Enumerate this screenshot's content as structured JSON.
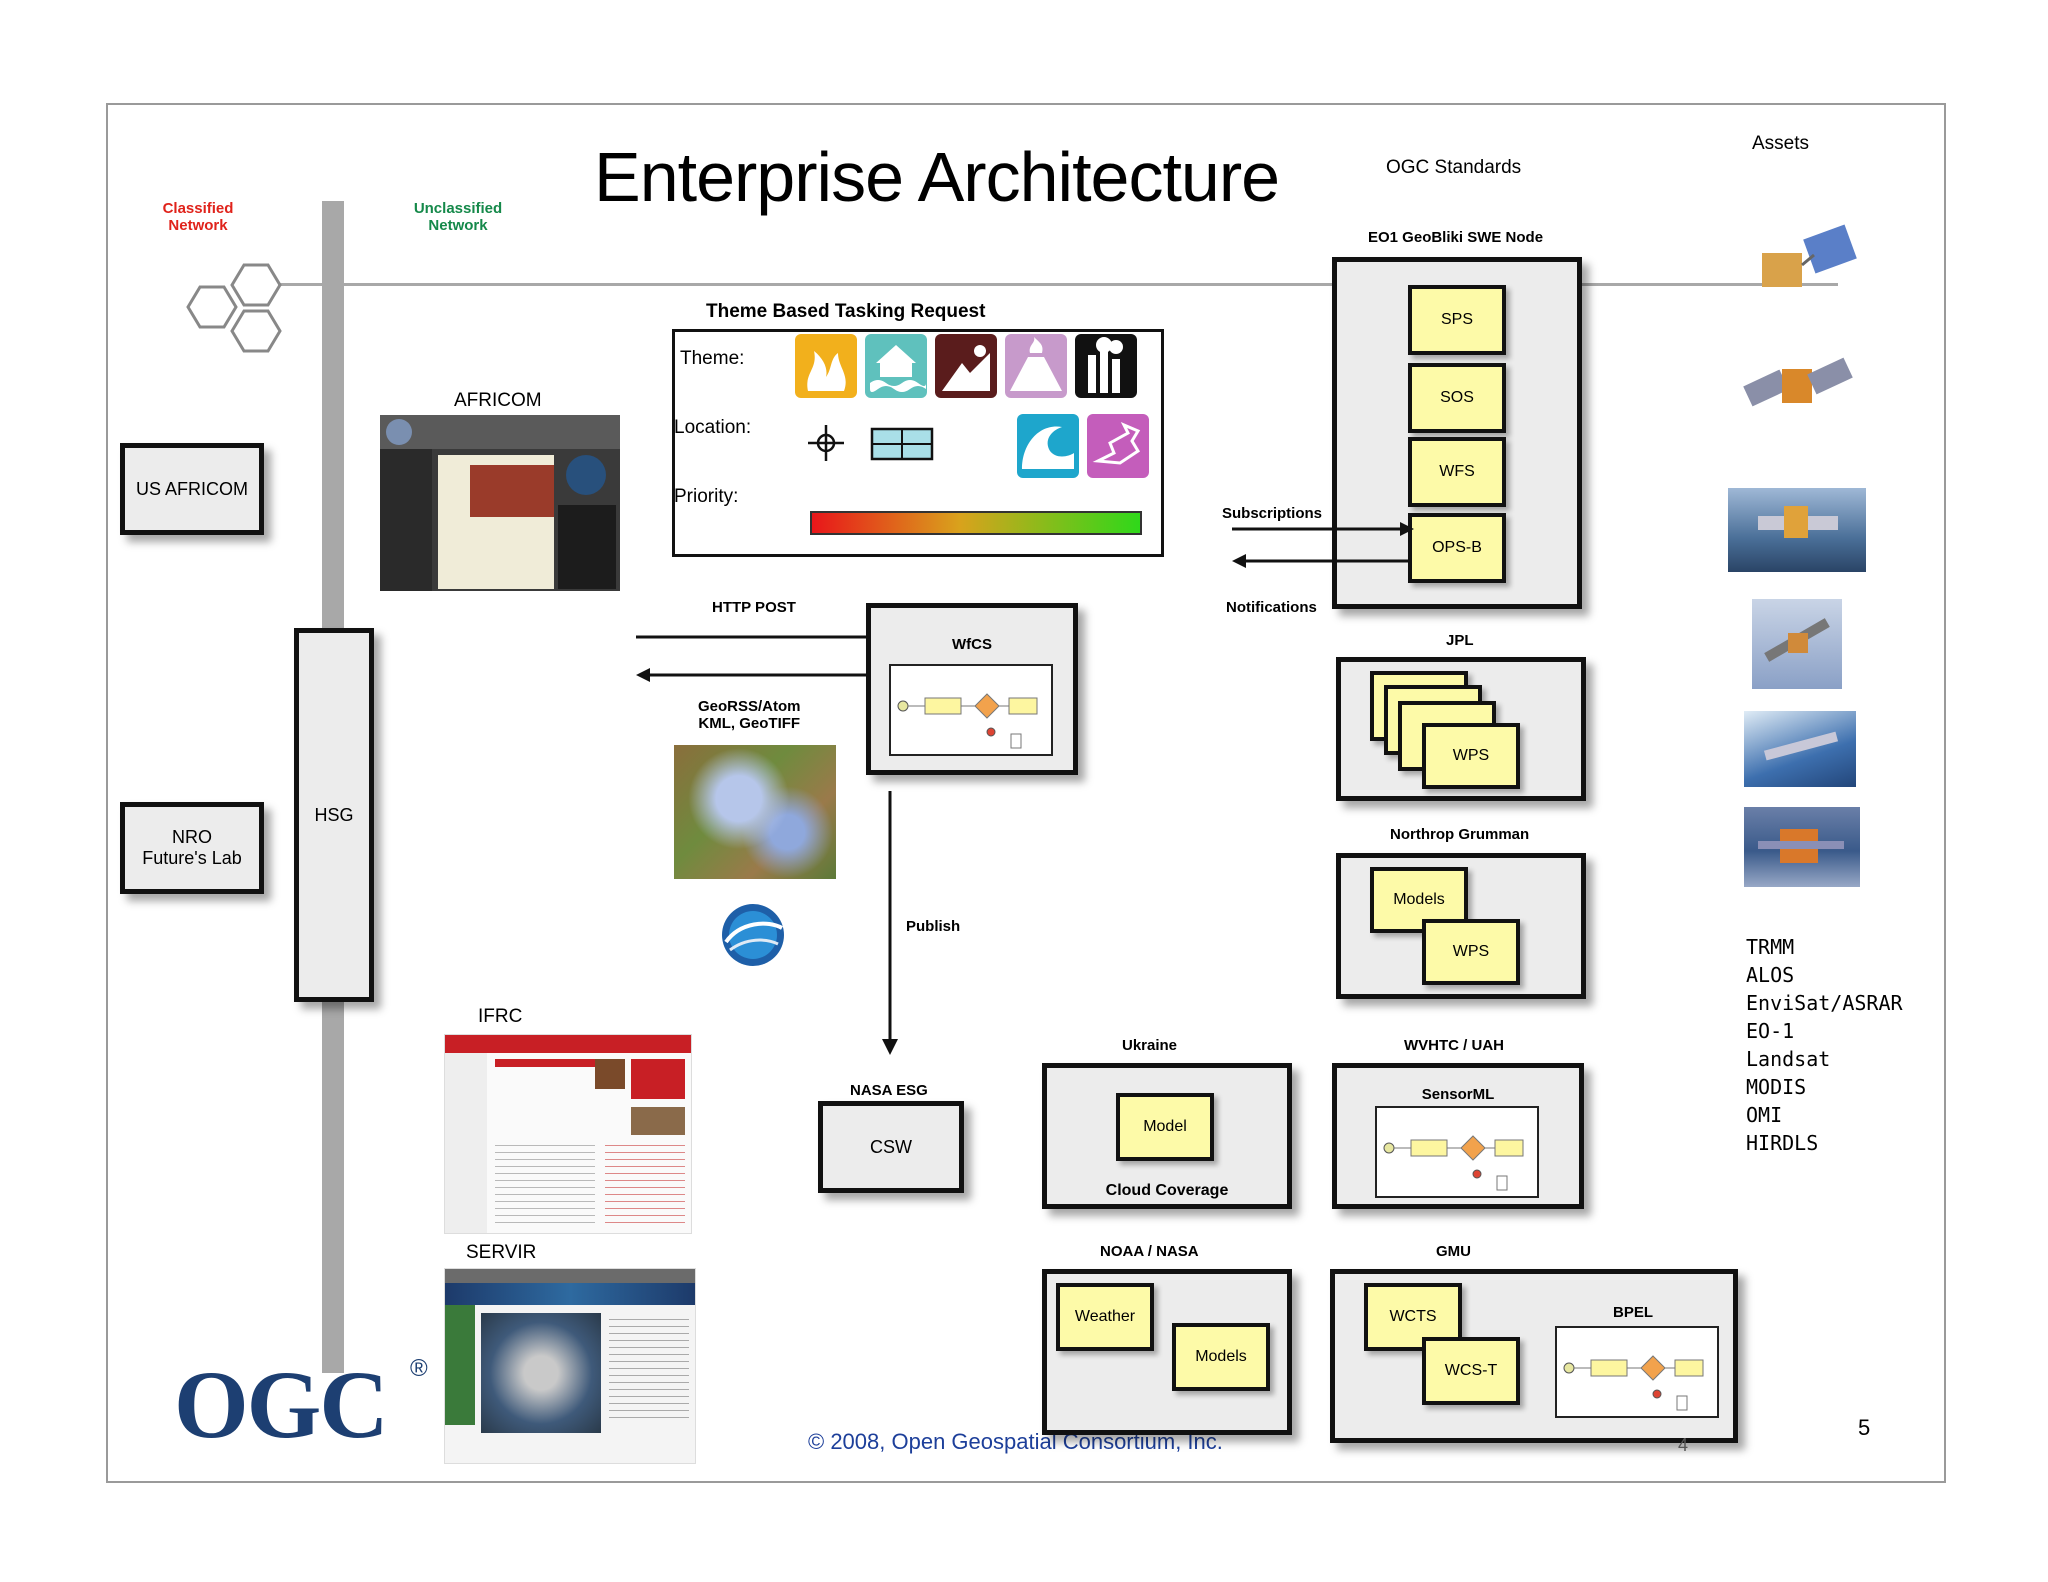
{
  "title": "Enterprise Architecture",
  "header": {
    "ogc_standards": "OGC Standards",
    "assets": "Assets",
    "classified": "Classified\nNetwork",
    "unclassified": "Unclassified\nNetwork"
  },
  "left": {
    "us_africom": "US AFRICOM",
    "nro": "NRO\nFuture's Lab",
    "hsg": "HSG",
    "africom_label": "AFRICOM",
    "ifrc_label": "IFRC",
    "servir_label": "SERVIR"
  },
  "tasking": {
    "heading": "Theme Based Tasking Request",
    "theme": "Theme:",
    "location": "Location:",
    "priority": "Priority:"
  },
  "flows": {
    "http_post": "HTTP POST",
    "georss": "GeoRSS/Atom\nKML, GeoTIFF",
    "publish": "Publish",
    "subscriptions": "Subscriptions",
    "notifications": "Notifications"
  },
  "wfcs": {
    "title": "WfCS"
  },
  "nasa_esg": {
    "title": "NASA ESG",
    "content": "CSW"
  },
  "eo1": {
    "title": "EO1 GeoBliki SWE Node",
    "items": [
      "SPS",
      "SOS",
      "WFS",
      "OPS-B"
    ]
  },
  "jpl": {
    "title": "JPL",
    "item": "WPS"
  },
  "northrop": {
    "title": "Northrop Grumman",
    "models": "Models",
    "wps": "WPS"
  },
  "ukraine": {
    "title": "Ukraine",
    "model": "Model",
    "caption": "Cloud Coverage"
  },
  "wvhtc": {
    "title": "WVHTC / UAH",
    "caption": "SensorML"
  },
  "noaa": {
    "title": "NOAA / NASA",
    "weather": "Weather",
    "models": "Models"
  },
  "gmu": {
    "title": "GMU",
    "wcts": "WCTS",
    "wcst": "WCS-T",
    "bpel": "BPEL"
  },
  "assets_list": [
    "TRMM",
    "ALOS",
    "EnviSat/ASRAR",
    "EO-1",
    "Landsat",
    "MODIS",
    "OMI",
    "HIRDLS"
  ],
  "footer": {
    "logo": "OGC",
    "registered": "®",
    "copyright": "© 2008, Open Geospatial Consortium, Inc.",
    "page": "5",
    "ghost_page": "4"
  },
  "colors": {
    "classified": "#e0231b",
    "unclassified": "#15894a",
    "ogc_blue": "#1d3f72",
    "copyright": "#1d3f9a",
    "yellow_box": "#fdfaa8"
  },
  "icons": [
    "fire-icon",
    "flood-icon",
    "landslide-icon",
    "volcano-icon",
    "industrial-icon",
    "crosshair-icon",
    "bbox-icon",
    "tsunami-icon",
    "earthquake-icon"
  ]
}
